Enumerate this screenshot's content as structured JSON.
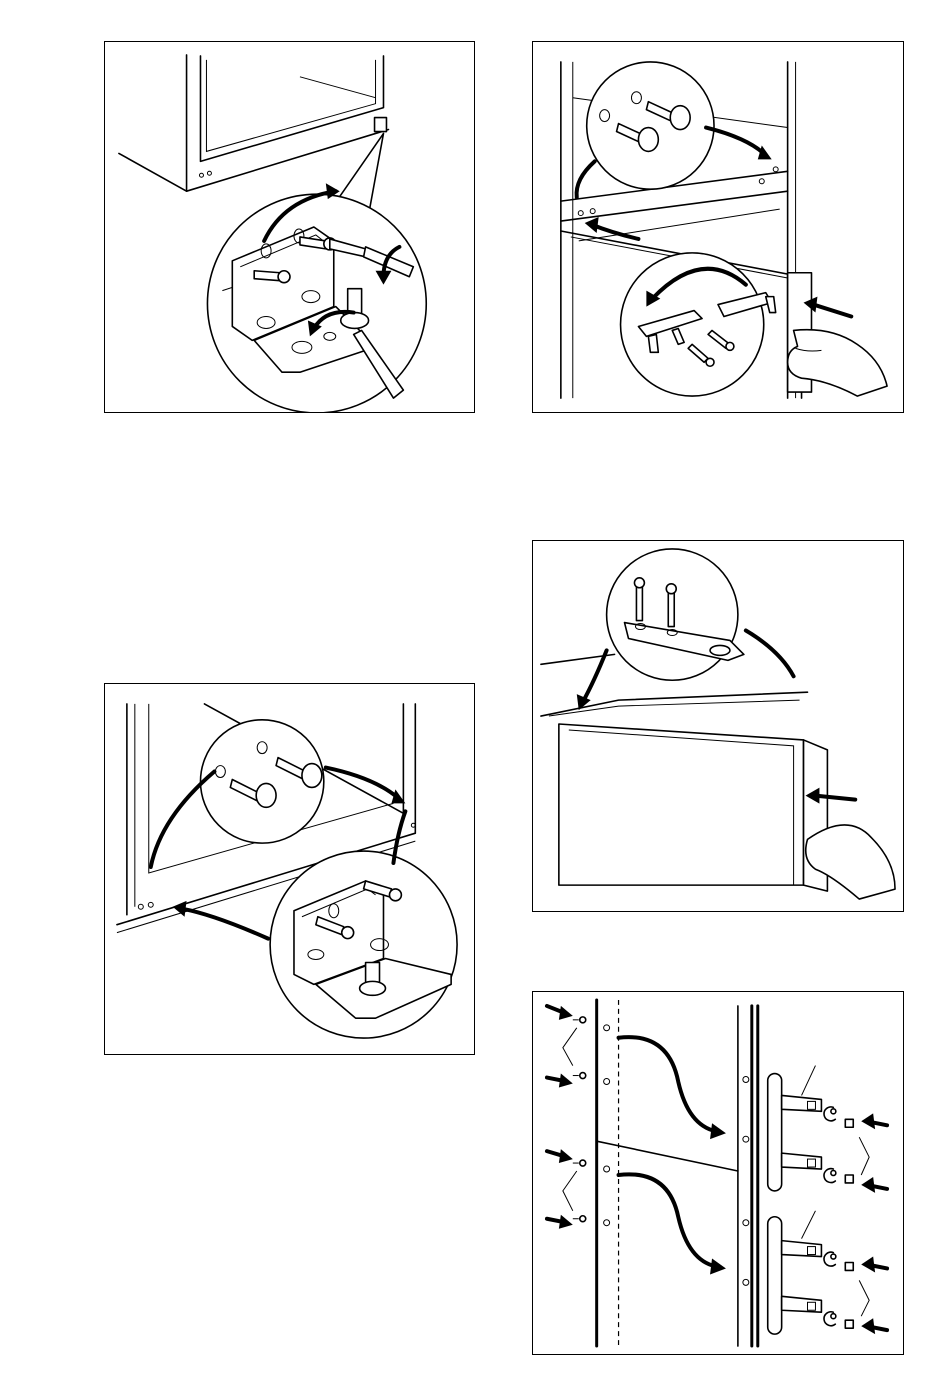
{
  "page": {
    "background": "#ffffff",
    "line_color": "#000000"
  },
  "figures": [
    {
      "id": "fig-1",
      "icon": "bottom-hinge-removal-illustration"
    },
    {
      "id": "fig-2",
      "icon": "middle-hinge-and-door-removal-illustration"
    },
    {
      "id": "fig-3",
      "icon": "bottom-hinge-refit-illustration"
    },
    {
      "id": "fig-4",
      "icon": "top-hinge-and-door-refit-illustration"
    },
    {
      "id": "fig-5",
      "icon": "handle-transfer-illustration"
    }
  ]
}
